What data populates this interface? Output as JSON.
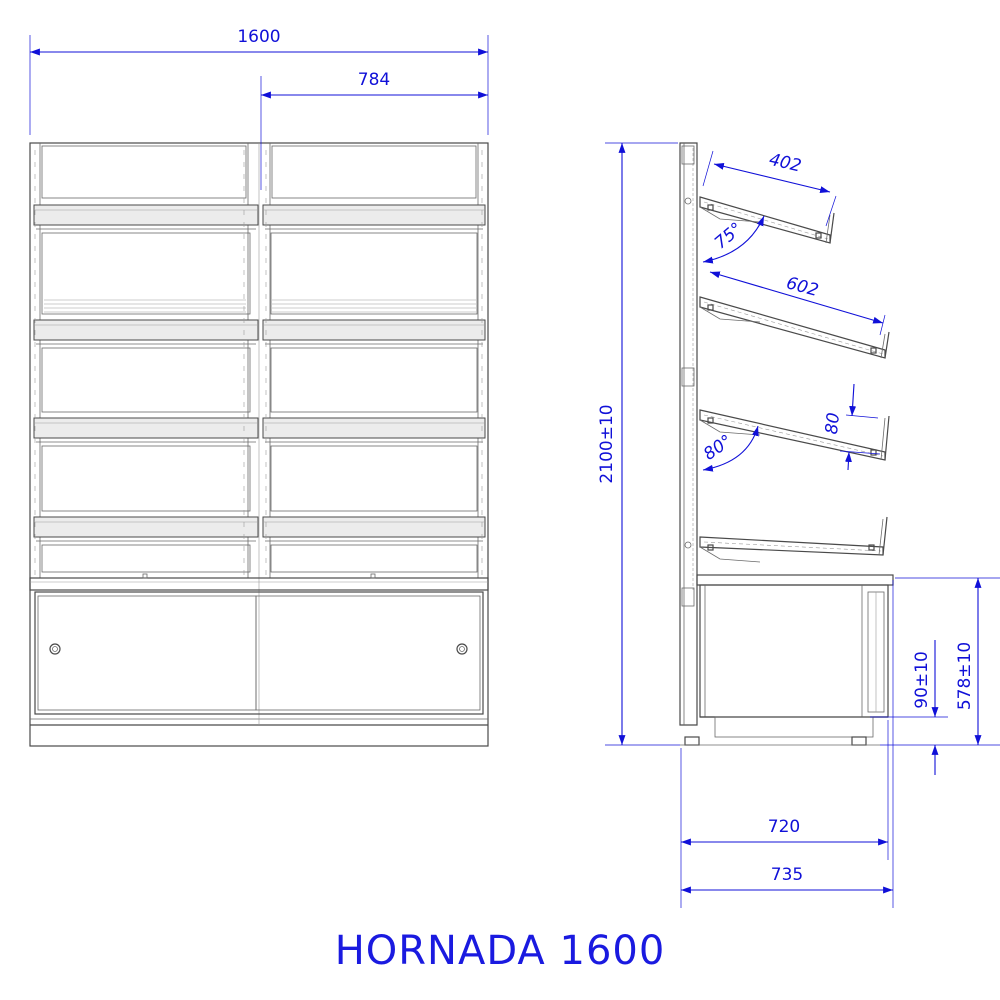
{
  "title": "HORNADA 1600",
  "colors": {
    "dimension": "#1010d8",
    "title": "#1a1ae0",
    "outline": "#4a4a4a"
  },
  "front_view": {
    "dim_total_width": "1600",
    "dim_module_width": "784"
  },
  "side_view": {
    "dim_height": "2100±10",
    "dim_shelf_top": "402",
    "dim_shelf_middle": "602",
    "dim_lip_height": "80",
    "dim_angle_top": "75°",
    "dim_angle_lower": "80°",
    "dim_base_height": "578±10",
    "dim_foot_height": "90±10",
    "dim_depth_inner": "720",
    "dim_depth_outer": "735"
  }
}
